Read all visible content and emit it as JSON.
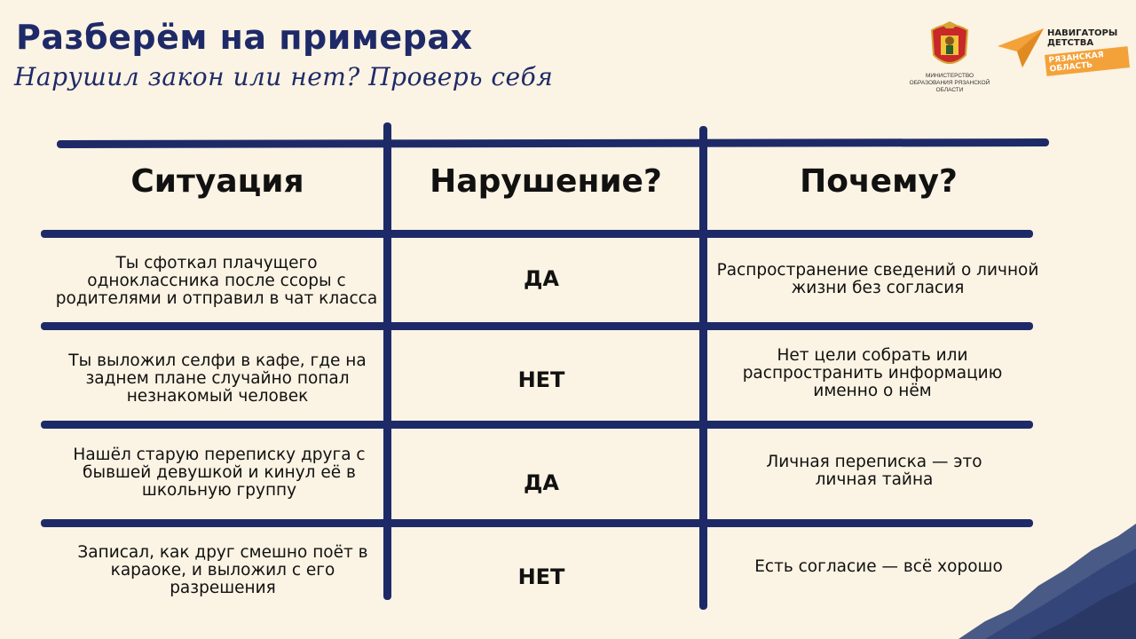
{
  "title": "Разберём на примерах",
  "subtitle": "Нарушил закон или нет? Проверь себя",
  "logos": {
    "ministry": "МИНИСТЕРСТВО ОБРАЗОВАНИЯ РЯЗАНСКОЙ ОБЛАСТИ",
    "navigators_line1": "НАВИГАТОРЫ",
    "navigators_line2": "ДЕТСТВА",
    "navigators_region": "РЯЗАНСКАЯ ОБЛАСТЬ"
  },
  "table": {
    "headers": [
      "Ситуация",
      "Нарушение?",
      "Почему?"
    ],
    "rows": [
      {
        "situation": "Ты сфоткал плачущего одноклассника после ссоры с родителями и отправил в чат класса",
        "violation": "ДА",
        "reason": "Распространение сведений о личной жизни без согласия"
      },
      {
        "situation": "Ты выложил селфи в кафе, где на заднем плане случайно попал незнакомый человек",
        "violation": "НЕТ",
        "reason": "Нет цели собрать или распространить информацию именно о нём"
      },
      {
        "situation": "Нашёл старую переписку друга с бывшей девушкой и кинул её в школьную группу",
        "violation": "ДА",
        "reason": "Личная переписка — это личная тайна"
      },
      {
        "situation": "Записал, как друг смешно поёт в караоке, и выложил с его разрешения",
        "violation": "НЕТ",
        "reason": "Есть согласие — всё хорошо"
      }
    ]
  },
  "colors": {
    "accent": "#1e2a68",
    "background": "#fbf3e3",
    "orange": "#f3a23a"
  }
}
